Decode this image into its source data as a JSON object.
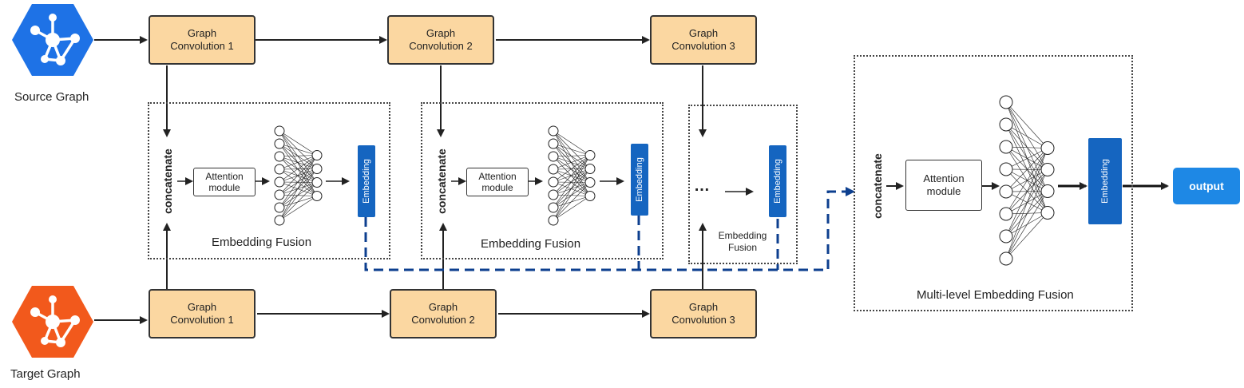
{
  "source": {
    "label": "Source Graph",
    "color": "#1e72e6"
  },
  "target": {
    "label": "Target Graph",
    "color": "#f2591c"
  },
  "top_convs": [
    "Graph\nConvolution 1",
    "Graph\nConvolution 2",
    "Graph\nConvolution 3"
  ],
  "bottom_convs": [
    "Graph\nConvolution 1",
    "Graph\nConvolution 2",
    "Graph\nConvolution 3"
  ],
  "fusion_blocks": [
    {
      "title": "Embedding Fusion",
      "concat": "concatenate",
      "attention": "Attention\nmodule",
      "embedding": "Embedding"
    },
    {
      "title": "Embedding Fusion",
      "concat": "concatenate",
      "attention": "Attention\nmodule",
      "embedding": "Embedding"
    },
    {
      "title": "Embedding\nFusion",
      "ellipsis": "…",
      "embedding": "Embedding"
    }
  ],
  "multilevel": {
    "title": "Multi-level Embedding Fusion",
    "concat": "concatenate",
    "attention": "Attention\nmodule",
    "embedding": "Embedding"
  },
  "output": {
    "label": "output"
  },
  "colors": {
    "conv_fill": "#fbd7a1",
    "embedding": "#1565c0",
    "dashed": "#0d3f8f",
    "output": "#1e88e5"
  }
}
